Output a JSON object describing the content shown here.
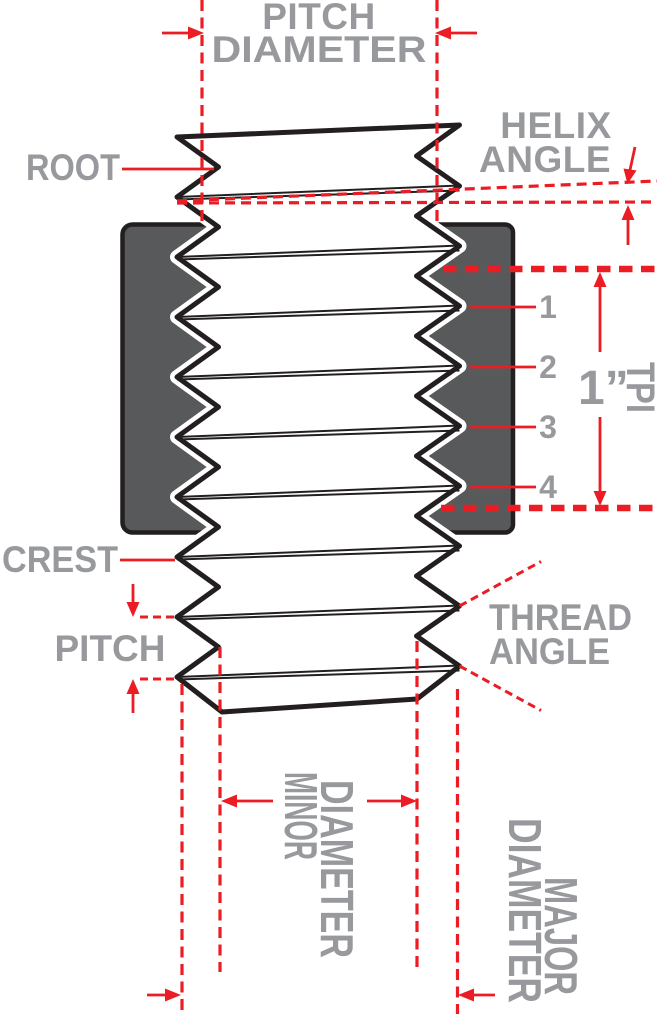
{
  "figure": {
    "subject": "screw-thread-terminology-diagram",
    "colors": {
      "annotation_red": "#EC1C24",
      "label_gray": "#97999C",
      "outline_black": "#231F20",
      "nut_gray": "#58595B",
      "background": "#FFFFFF"
    }
  },
  "labels": {
    "pitch_diameter": {
      "line1": "PITCH",
      "line2": "DIAMETER"
    },
    "helix_angle": {
      "line1": "HELIX",
      "line2": "ANGLE"
    },
    "root": "ROOT",
    "crest": "CREST",
    "pitch": "PITCH",
    "thread_angle": {
      "line1": "THREAD",
      "line2": "ANGLE"
    },
    "minor_diameter": {
      "word1": "MINOR",
      "word2": "DIAMETER"
    },
    "major_diameter": {
      "word1": "MAJOR",
      "word2": "DIAMETER"
    },
    "one_inch": "1”",
    "tpi": "TPI",
    "thread_counts": [
      "1",
      "2",
      "3",
      "4"
    ]
  }
}
